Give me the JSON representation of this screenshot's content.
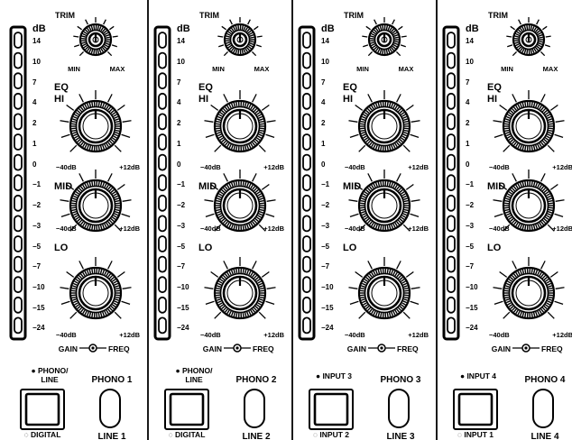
{
  "channels": [
    {
      "trim_label": "TRIM",
      "min_label": "MIN",
      "max_label": "MAX",
      "eq_label": "EQ",
      "hi_label": "HI",
      "mid_label": "MID",
      "lo_label": "LO",
      "eq_min": "−40dB",
      "eq_max": "+12dB",
      "meter_unit": "dB",
      "meter_scale": [
        "14",
        "10",
        "7",
        "4",
        "2",
        "1",
        "0",
        "−1",
        "−2",
        "−3",
        "−5",
        "−7",
        "−10",
        "−15",
        "−24"
      ],
      "gain_label": "GAIN",
      "freq_label": "FREQ",
      "select_top": "● PHONO/\nLINE",
      "select_bottom": "◌ DIGITAL",
      "toggle_top": "PHONO 1",
      "toggle_bottom": "LINE 1"
    },
    {
      "trim_label": "TRIM",
      "min_label": "MIN",
      "max_label": "MAX",
      "eq_label": "EQ",
      "hi_label": "HI",
      "mid_label": "MID",
      "lo_label": "LO",
      "eq_min": "−40dB",
      "eq_max": "+12dB",
      "meter_unit": "dB",
      "meter_scale": [
        "14",
        "10",
        "7",
        "4",
        "2",
        "1",
        "0",
        "−1",
        "−2",
        "−3",
        "−5",
        "−7",
        "−10",
        "−15",
        "−24"
      ],
      "gain_label": "GAIN",
      "freq_label": "FREQ",
      "select_top": "● PHONO/\nLINE",
      "select_bottom": "◌ DIGITAL",
      "toggle_top": "PHONO 2",
      "toggle_bottom": "LINE 2"
    },
    {
      "trim_label": "TRIM",
      "min_label": "MIN",
      "max_label": "MAX",
      "eq_label": "EQ",
      "hi_label": "HI",
      "mid_label": "MID",
      "lo_label": "LO",
      "eq_min": "−40dB",
      "eq_max": "+12dB",
      "meter_unit": "dB",
      "meter_scale": [
        "14",
        "10",
        "7",
        "4",
        "2",
        "1",
        "0",
        "−1",
        "−2",
        "−3",
        "−5",
        "−7",
        "−10",
        "−15",
        "−24"
      ],
      "gain_label": "GAIN",
      "freq_label": "FREQ",
      "select_top": "● INPUT 3",
      "select_bottom": "◌ INPUT 2",
      "toggle_top": "PHONO 3",
      "toggle_bottom": "LINE 3"
    },
    {
      "trim_label": "TRIM",
      "min_label": "MIN",
      "max_label": "MAX",
      "eq_label": "EQ",
      "hi_label": "HI",
      "mid_label": "MID",
      "lo_label": "LO",
      "eq_min": "−40dB",
      "eq_max": "+12dB",
      "meter_unit": "dB",
      "meter_scale": [
        "14",
        "10",
        "7",
        "4",
        "2",
        "1",
        "0",
        "−1",
        "−2",
        "−3",
        "−5",
        "−7",
        "−10",
        "−15",
        "−24"
      ],
      "gain_label": "GAIN",
      "freq_label": "FREQ",
      "select_top": "● INPUT 4",
      "select_bottom": "◌ INPUT 1",
      "toggle_top": "PHONO 4",
      "toggle_bottom": "LINE 4"
    }
  ],
  "colors": {
    "ink": "#000000",
    "background": "#ffffff"
  }
}
